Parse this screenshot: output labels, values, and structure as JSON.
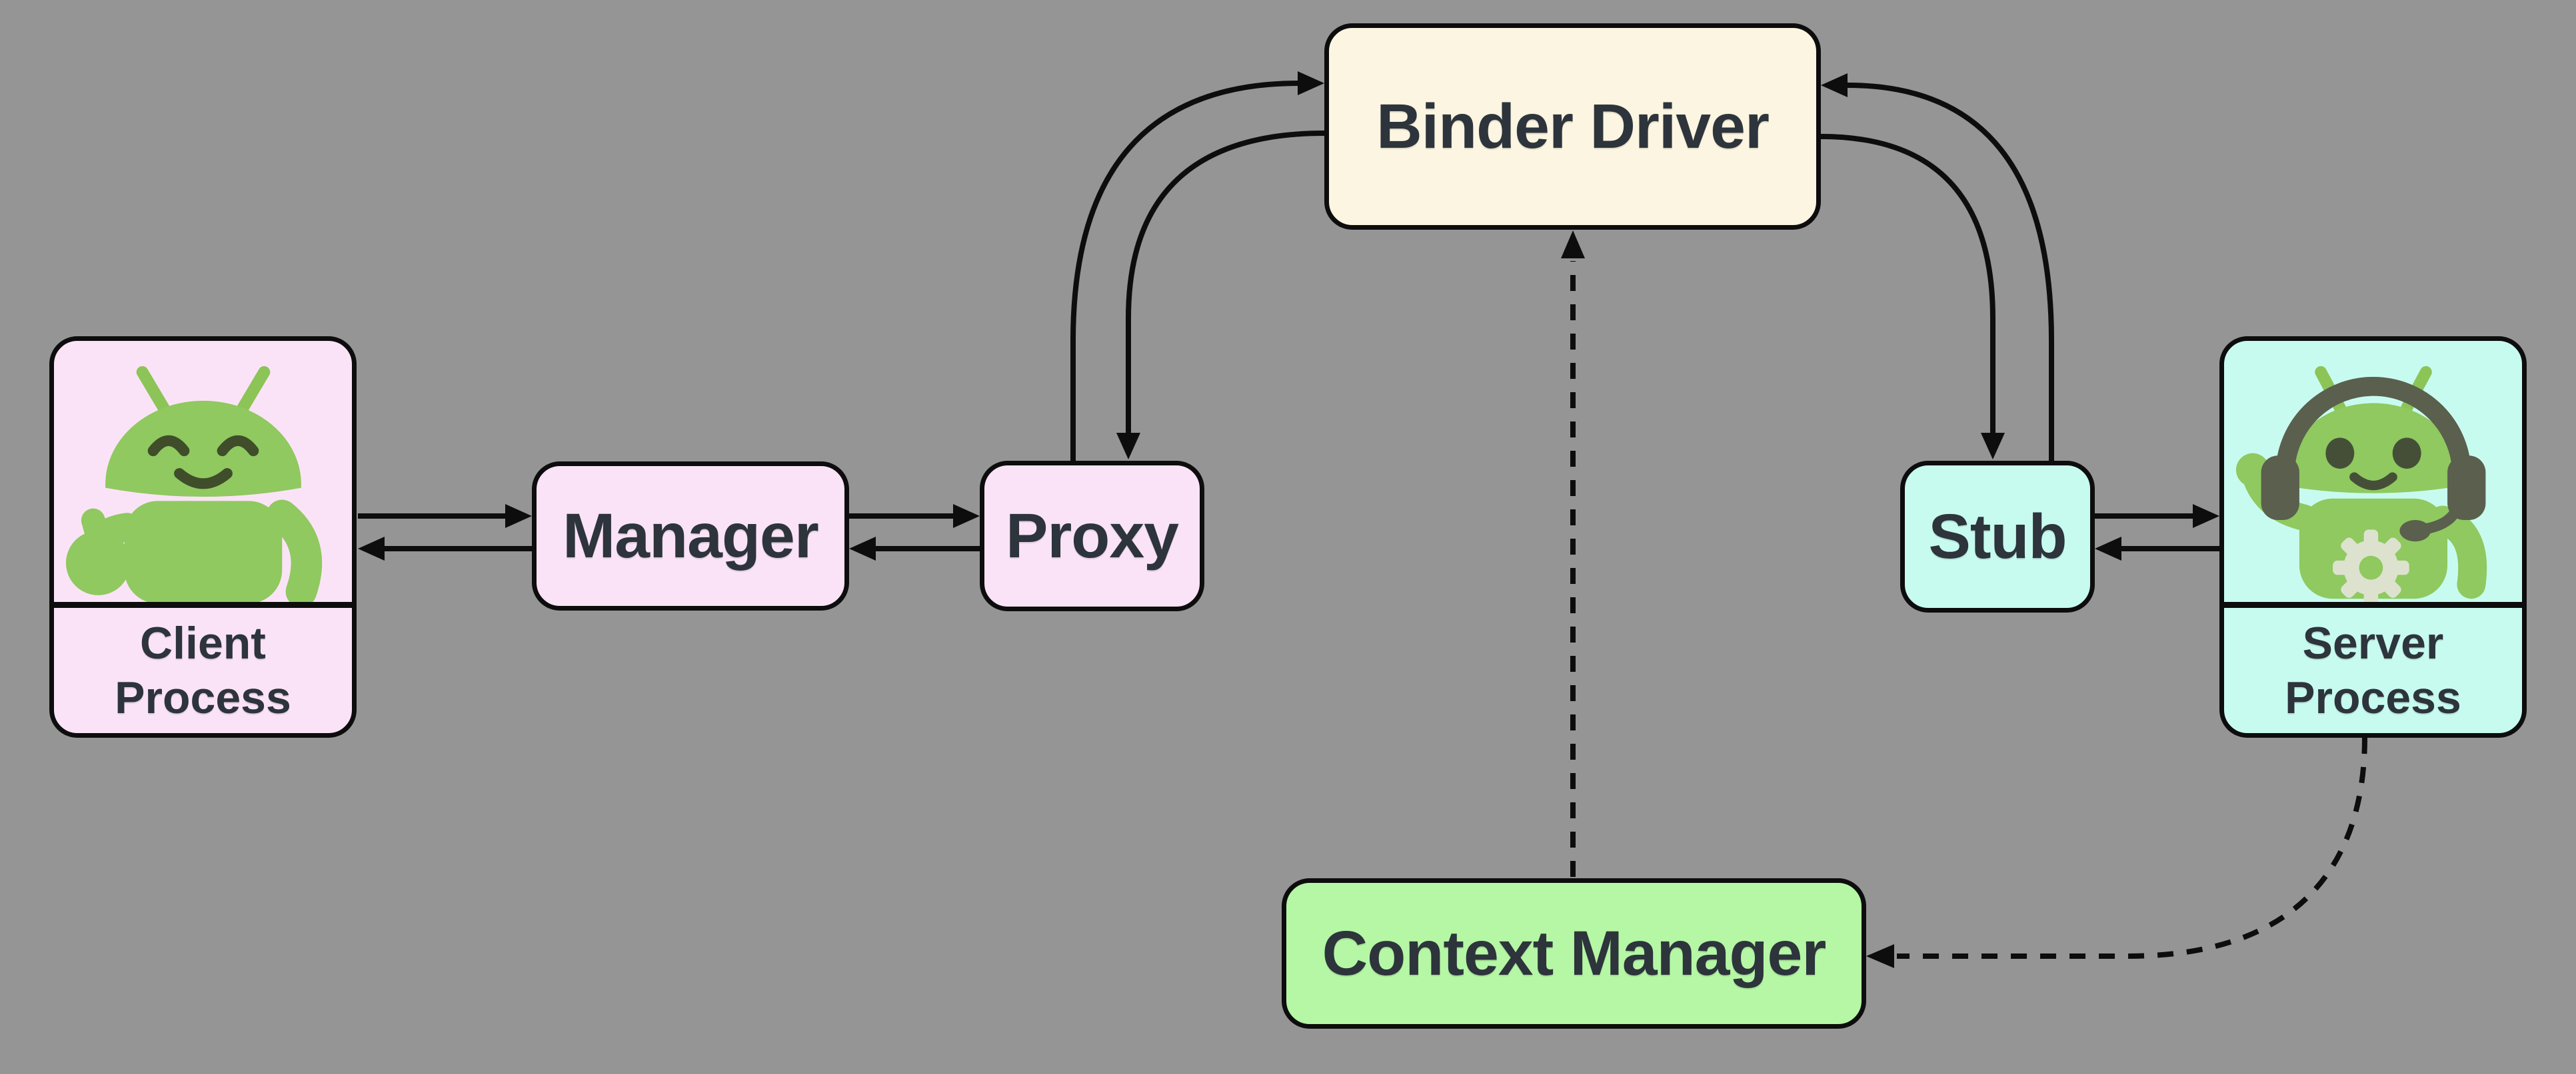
{
  "colors": {
    "background": "#959595",
    "outline": "#0d0d0d",
    "arrow": "#0d0d0d",
    "label_text": "#2d343b",
    "client_fill": "#fbe3f7",
    "binder_fill": "#fcf5e1",
    "server_fill": "#c8fbf0",
    "context_fill": "#b5f7a5"
  },
  "nodes": {
    "client_process": {
      "lines": [
        "Client",
        "Process"
      ],
      "fill": "#fbe3f7",
      "icon": "android-robot-thumbs-up"
    },
    "manager": {
      "label": "Manager",
      "fill": "#fbe3f7"
    },
    "proxy": {
      "label": "Proxy",
      "fill": "#fbe3f7"
    },
    "binder_driver": {
      "label": "Binder Driver",
      "fill": "#fcf5e1"
    },
    "stub": {
      "label": "Stub",
      "fill": "#c8fbf0"
    },
    "server_process": {
      "lines": [
        "Server",
        "Process"
      ],
      "fill": "#c8fbf0",
      "icon": "android-robot-headset-gear"
    },
    "context_manager": {
      "label": "Context Manager",
      "fill": "#b5f7a5"
    }
  },
  "edges": [
    {
      "from": "Client Process",
      "to": "Manager",
      "style": "solid",
      "bidirectional": true
    },
    {
      "from": "Manager",
      "to": "Proxy",
      "style": "solid",
      "bidirectional": true
    },
    {
      "from": "Proxy",
      "to": "Binder Driver",
      "style": "solid-curved",
      "bidirectional": true
    },
    {
      "from": "Binder Driver",
      "to": "Stub",
      "style": "solid-curved",
      "bidirectional": true
    },
    {
      "from": "Stub",
      "to": "Server Process",
      "style": "solid",
      "bidirectional": true
    },
    {
      "from": "Context Manager",
      "to": "Binder Driver",
      "style": "dashed",
      "bidirectional": false
    },
    {
      "from": "Server Process",
      "to": "Context Manager",
      "style": "dashed-curved",
      "bidirectional": false
    }
  ]
}
